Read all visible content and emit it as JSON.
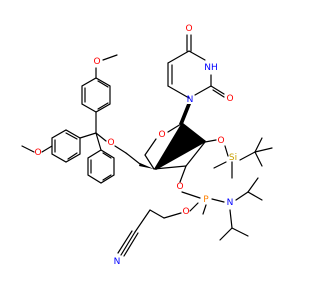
{
  "molecule": {
    "colors": {
      "carbon_bond": "#000000",
      "oxygen": "#ff0000",
      "nitrogen": "#0000ff",
      "phosphorus": "#ff8000",
      "silicon": "#c8a000"
    },
    "atom_labels": {
      "methoxy_top_o": "O",
      "methoxy_left_o": "O",
      "ether_o": "O",
      "ring_o": "O",
      "silyl_o": "O",
      "si": "Si",
      "phosphite_o_right": "O",
      "phosphite_o_left": "O",
      "p": "P",
      "amine_n": "N",
      "nitrile_n": "N",
      "uracil_nh": "NH",
      "uracil_n1": "N",
      "carbonyl_o_top": "O",
      "carbonyl_o_right": "O"
    }
  }
}
